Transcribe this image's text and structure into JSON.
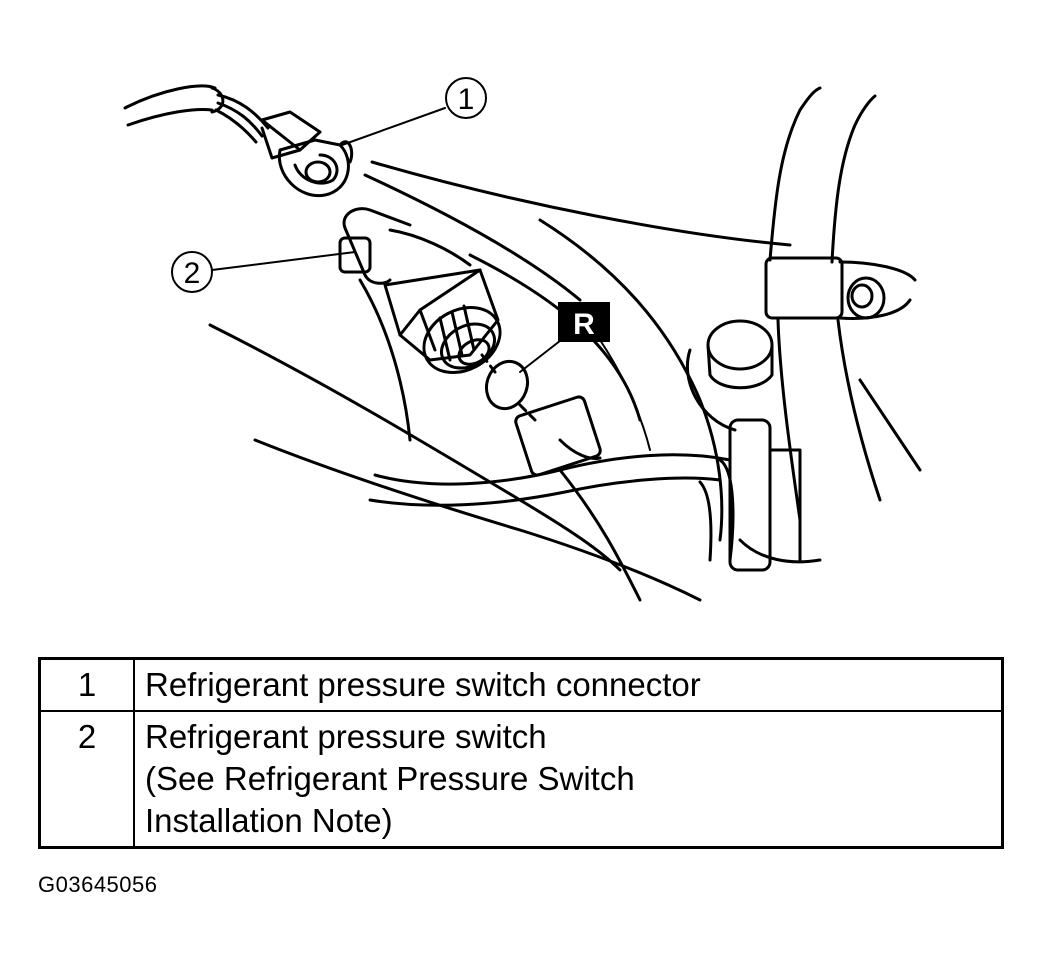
{
  "diagram": {
    "callouts": [
      {
        "number": "1"
      },
      {
        "number": "2"
      }
    ],
    "replace_badge": "R"
  },
  "legend": {
    "rows": [
      {
        "number": "1",
        "lines": [
          "Refrigerant pressure switch connector"
        ]
      },
      {
        "number": "2",
        "lines": [
          "Refrigerant pressure switch",
          "(See Refrigerant Pressure Switch",
          "Installation Note)"
        ]
      }
    ]
  },
  "figure_id": "G03645056"
}
